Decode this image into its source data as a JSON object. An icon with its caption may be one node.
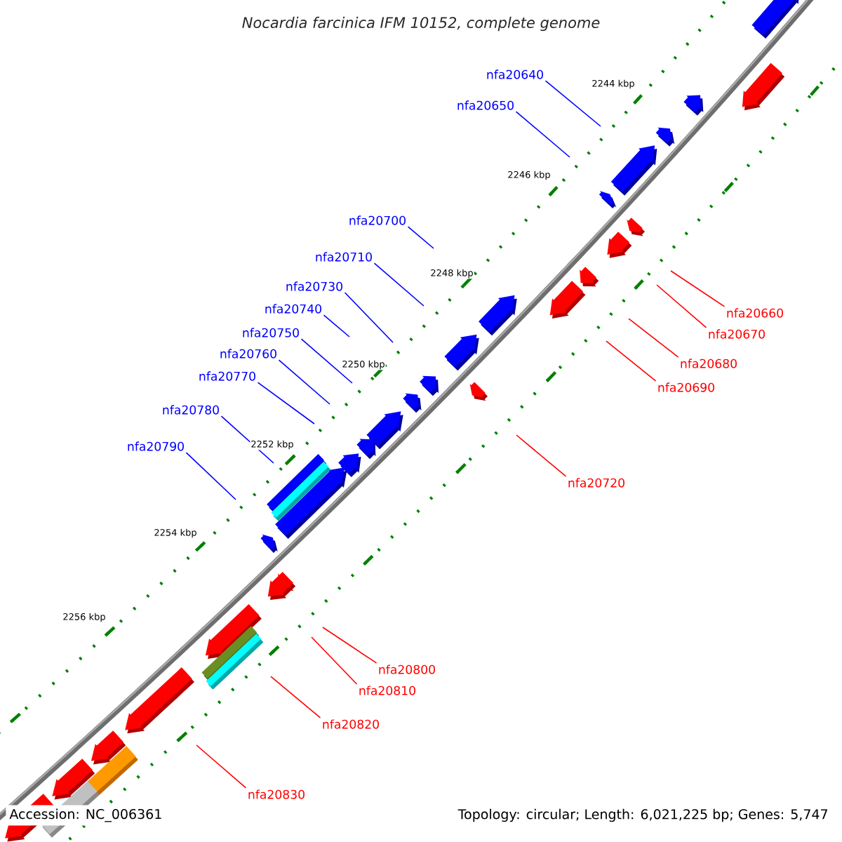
{
  "diagram": {
    "title": "Nocardia farcinica IFM 10152, complete genome",
    "nodes": [
      {
        "text": [
          "nfa20640"
        ]
      },
      {
        "text": [
          "nfa20650"
        ]
      },
      {
        "text": [
          "nfa20700"
        ]
      },
      {
        "text": [
          "nfa20710"
        ]
      },
      {
        "text": [
          "nfa20660"
        ]
      },
      {
        "text": [
          "nfa20730"
        ]
      },
      {
        "text": [
          "nfa20670"
        ]
      },
      {
        "text": [
          "nfa20740"
        ]
      },
      {
        "text": [
          "nfa20750"
        ]
      },
      {
        "text": [
          "nfa20680"
        ]
      },
      {
        "text": [
          "nfa20760"
        ]
      },
      {
        "text": [
          "nfa20690"
        ]
      },
      {
        "text": [
          "nfa20770"
        ]
      },
      {
        "text": [
          "nfa20780"
        ]
      },
      {
        "text": [
          "nfa20790"
        ]
      },
      {
        "text": [
          "nfa20720"
        ]
      },
      {
        "text": [
          "nfa20800"
        ]
      },
      {
        "text": [
          "nfa20810"
        ]
      },
      {
        "text": [
          "nfa20820"
        ]
      },
      {
        "text": [
          "nfa20830"
        ]
      }
    ],
    "edges": [
      {
        "from": 0,
        "to": null,
        "arrow": "none"
      },
      {
        "from": 1,
        "to": null,
        "arrow": "none"
      },
      {
        "from": 2,
        "to": null,
        "arrow": "none"
      },
      {
        "from": 3,
        "to": null,
        "arrow": "none"
      },
      {
        "from": 4,
        "to": null,
        "arrow": "none",
        "color": "#ff0000"
      },
      {
        "from": 5,
        "to": null,
        "arrow": "none"
      },
      {
        "from": 6,
        "to": null,
        "arrow": "none",
        "color": "#ff0000"
      },
      {
        "from": 7,
        "to": null,
        "arrow": "none"
      },
      {
        "from": 8,
        "to": null,
        "arrow": "none"
      },
      {
        "from": 9,
        "to": null,
        "arrow": "none",
        "color": "#ff0000"
      },
      {
        "from": 10,
        "to": null,
        "arrow": "none"
      },
      {
        "from": 11,
        "to": null,
        "arrow": "none",
        "color": "#ff0000"
      },
      {
        "from": 12,
        "to": null,
        "arrow": "none"
      },
      {
        "from": 13,
        "to": null,
        "arrow": "none"
      },
      {
        "from": 14,
        "to": null,
        "arrow": "none"
      },
      {
        "from": 15,
        "to": null,
        "arrow": "none",
        "color": "#ff0000"
      },
      {
        "from": 16,
        "to": null,
        "arrow": "none",
        "color": "#ff0000"
      },
      {
        "from": 17,
        "to": null,
        "arrow": "none",
        "color": "#ff0000"
      },
      {
        "from": 18,
        "to": null,
        "arrow": "none",
        "color": "#ff0000"
      },
      {
        "from": 19,
        "to": null,
        "arrow": "none",
        "color": "#ff0000"
      }
    ],
    "labels": [
      "2244 kbp",
      "2246 kbp",
      "2248 kbp",
      "2250 kbp",
      "2252 kbp",
      "2254 kbp",
      "2256 kbp",
      "Accession: NC_006361",
      "Topology: circular; Length: 6,021,225 bp; Genes: 5,747"
    ]
  }
}
